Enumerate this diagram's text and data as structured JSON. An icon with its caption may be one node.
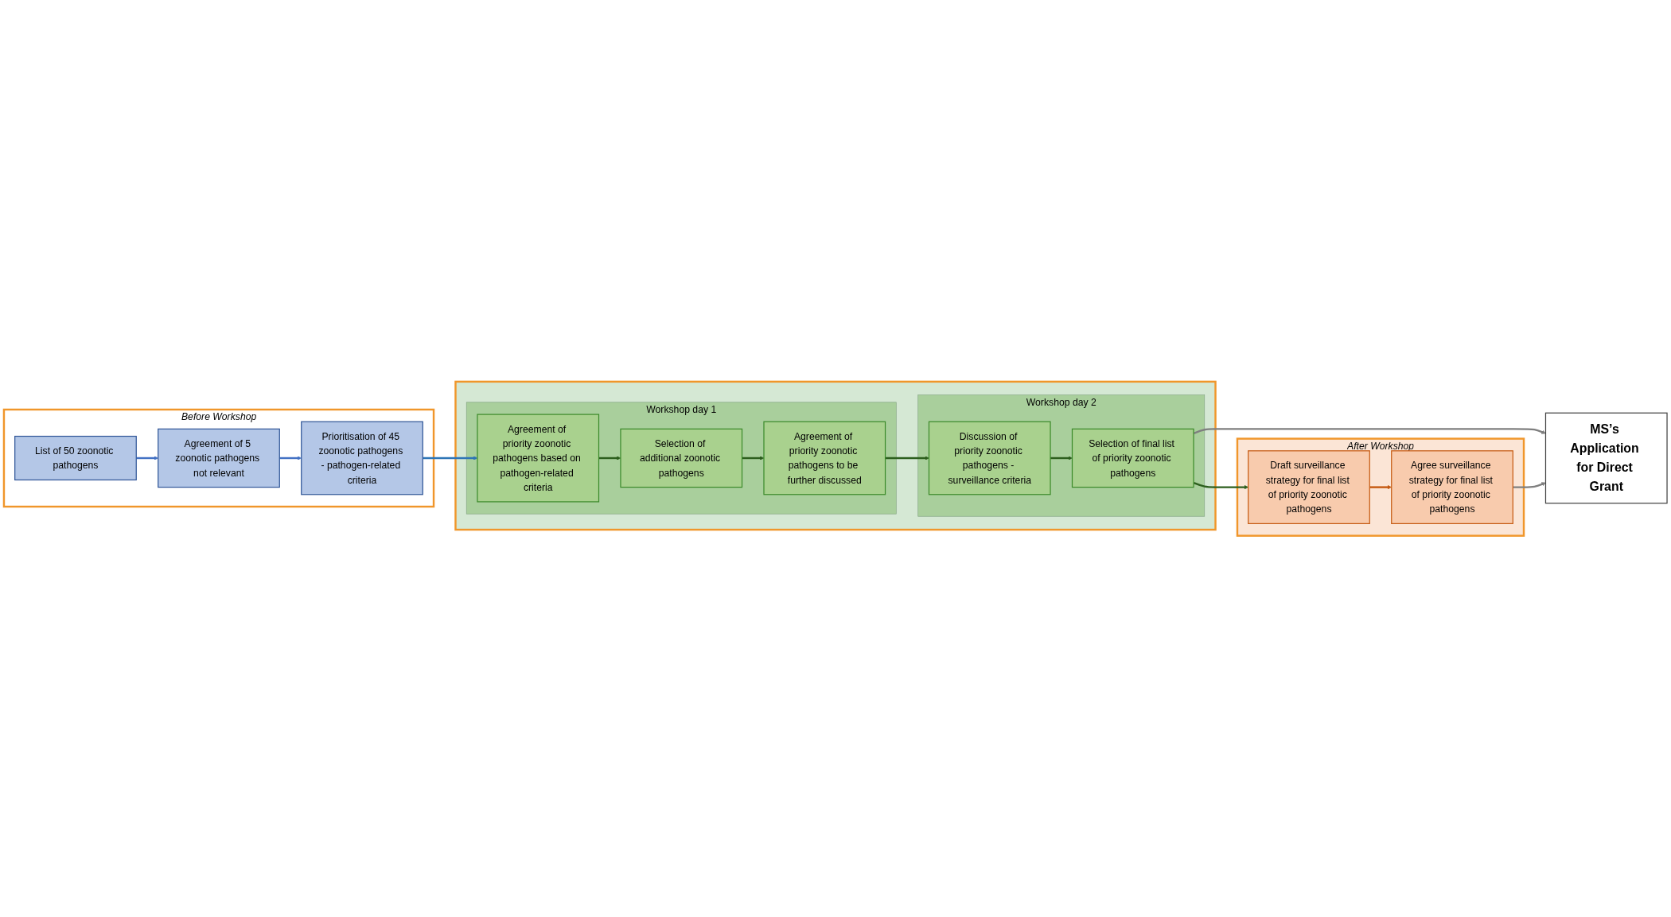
{
  "diagram": {
    "nodes": [
      {
        "text": [
          "Before Workshop"
        ]
      },
      {
        "text": [
          "List of 50 zoonotic pathogens"
        ],
        "in": 0
      },
      {
        "text": [
          "Agreement of 5 zoonotic pathogens not relevant"
        ],
        "in": 0
      },
      {
        "text": [
          "Prioritisation of 45 zoonotic pathogens - pathogen-related criteria"
        ],
        "in": 0
      },
      {
        "text": [],
        "shape": "box"
      },
      {
        "text": [
          "Workshop day 1"
        ],
        "in": 4
      },
      {
        "text": [
          "Agreement of priority zoonotic pathogens based on pathogen-related criteria"
        ],
        "in": 5
      },
      {
        "text": [
          "Selection of additional zoonotic pathogens"
        ],
        "in": 5
      },
      {
        "text": [
          "Agreement of priority zoonotic pathogens to be further discussed"
        ],
        "in": 5
      },
      {
        "text": [
          "Workshop day 2"
        ],
        "in": 4
      },
      {
        "text": [
          "Discussion of priority zoonotic pathogens - surveillance criteria"
        ],
        "in": 9
      },
      {
        "text": [
          "Selection of final list of priority zoonotic pathogens"
        ],
        "in": 9
      },
      {
        "text": [
          "After Workshop"
        ]
      },
      {
        "text": [
          "Draft surveillance strategy for final list of priority zoonotic pathogens"
        ],
        "in": 12
      },
      {
        "text": [
          "Agree surveillance strategy for final list of priority zoonotic pathogens"
        ],
        "in": 12
      },
      {
        "text": [
          "MS’s Application for Direct Grant"
        ]
      }
    ],
    "edges": [
      {
        "from": 1,
        "to": 2,
        "arrow": "to",
        "color": "#4472c4"
      },
      {
        "from": 2,
        "to": 3,
        "arrow": "to",
        "color": "#4472c4"
      },
      {
        "from": 3,
        "to": 6,
        "arrow": "to",
        "color": "#2e75b6"
      },
      {
        "from": 6,
        "to": 7,
        "arrow": "to"
      },
      {
        "from": 7,
        "to": 8,
        "arrow": "to"
      },
      {
        "from": 8,
        "to": 10,
        "arrow": "to"
      },
      {
        "from": 10,
        "to": 11,
        "arrow": "to"
      },
      {
        "from": 11,
        "to": 13,
        "arrow": "to"
      },
      {
        "from": 13,
        "to": 14,
        "arrow": "to",
        "color": "#c55a11"
      },
      {
        "from": 11,
        "to": 15,
        "arrow": "to",
        "color": "#7f7f7f"
      },
      {
        "from": 14,
        "to": 15,
        "arrow": "to",
        "color": "#7f7f7f"
      }
    ]
  }
}
